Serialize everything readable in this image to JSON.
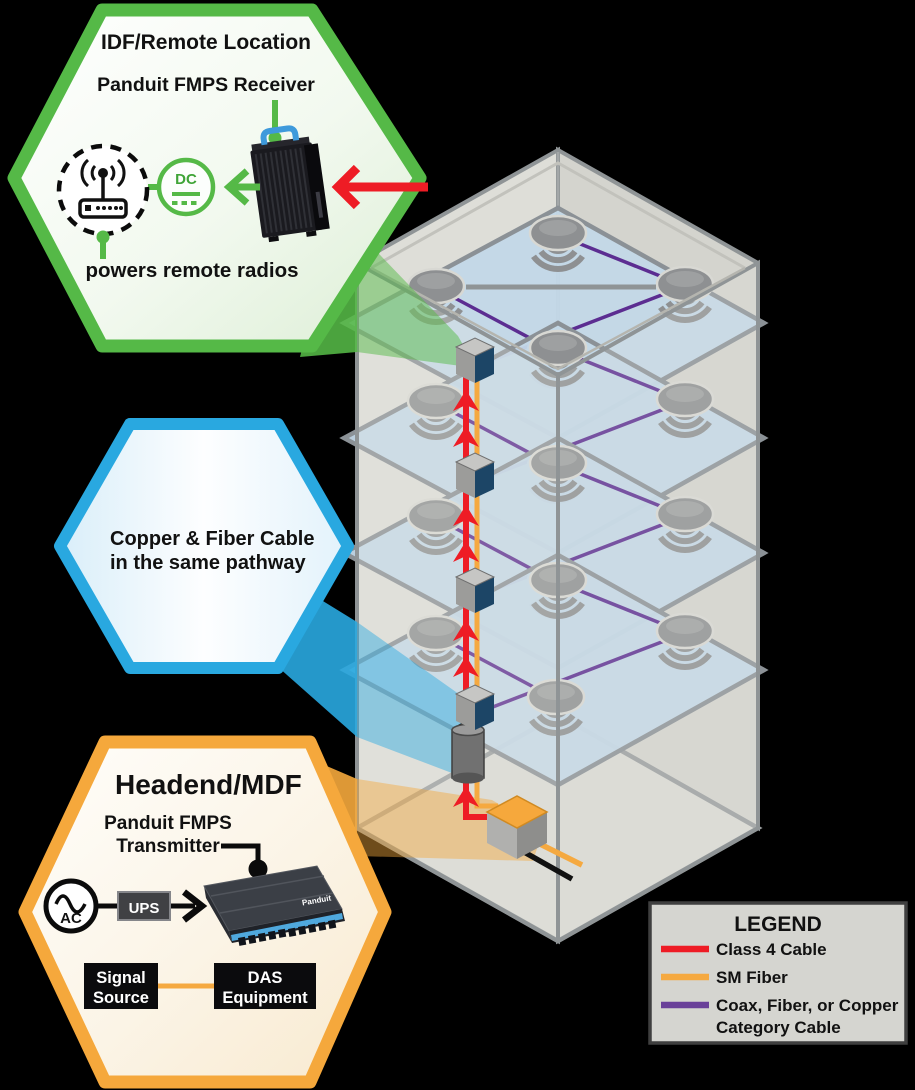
{
  "idf": {
    "title": "IDF/Remote Location",
    "receiver_label": "Panduit FMPS Receiver",
    "dc_symbol": "DC",
    "caption": "powers remote radios"
  },
  "pathway": {
    "line1": "Copper & Fiber Cable",
    "line2": "in the same pathway"
  },
  "headend": {
    "title": "Headend/MDF",
    "transmitter_label_line1": "Panduit FMPS",
    "transmitter_label_line2": "Transmitter",
    "ac_symbol": "AC",
    "ups_label": "UPS",
    "signal_source_line1": "Signal",
    "signal_source_line2": "Source",
    "das_line1": "DAS",
    "das_line2": "Equipment",
    "transmitter_brand": "Panduit"
  },
  "legend": {
    "title": "LEGEND",
    "items": [
      {
        "label": "Class 4 Cable",
        "color": "#EE1C25"
      },
      {
        "label": "SM Fiber",
        "color": "#F5A940"
      },
      {
        "label": "Coax, Fiber, or Copper",
        "label_line2": "Category Cable",
        "color": "#6A4099"
      }
    ]
  },
  "building": {
    "floors": 4,
    "access_points_per_floor": 4
  },
  "colors": {
    "class4_red": "#EE1C25",
    "sm_fiber_orange": "#F5A940",
    "coax_purple": "#5C2D91",
    "idf_green": "#55B947",
    "pathway_blue": "#29A8E0",
    "headend_orange": "#F5A83C"
  }
}
